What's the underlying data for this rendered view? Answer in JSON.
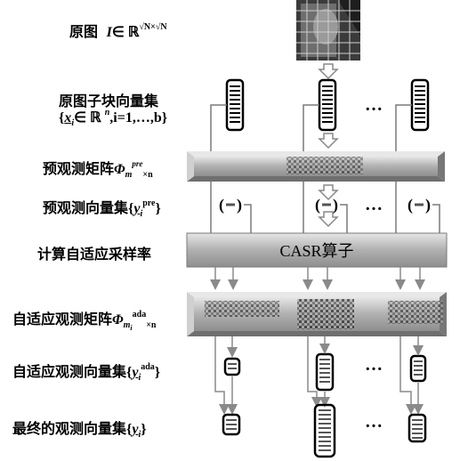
{
  "labels": {
    "original_image": "原图",
    "original_image_math": "I",
    "blocks_set_l1": "原图子块向量集",
    "blocks_set_l2_prefix": "{",
    "blocks_set_l2_var": "x",
    "blocks_set_l2_sub": "i",
    "blocks_set_l2_rest": "∈ ℝ ",
    "blocks_set_l2_n": "n",
    "blocks_set_l2_tail": ",i=1,…,b}",
    "pre_matrix": "预观测矩阵",
    "pre_vectors": "预观测向量集",
    "compute_rate": "计算自适应采样率",
    "ada_matrix": "自适应观测矩阵",
    "ada_vectors": "自适应观测向量集",
    "final_vectors": "最终的观测向量集"
  },
  "math": {
    "in_sqrt": "∈ ℝ",
    "sqrtN": "√N×√N",
    "phi": "Φ",
    "pre_sub": "m",
    "pre_sup": "pre",
    "pre_n": "×n",
    "y": "y",
    "i": "i",
    "pre": "pre",
    "ada": "ada",
    "mi": "m",
    "ada_n": "×n"
  },
  "operator_label": "CASR算子",
  "ellipsis": "…",
  "colors": {
    "bar_top": "#dedede",
    "bar_mid": "#a9a9a9",
    "bar_dark": "#7d7d7d",
    "arrow": "#8a8a8a",
    "line": "#777777"
  }
}
